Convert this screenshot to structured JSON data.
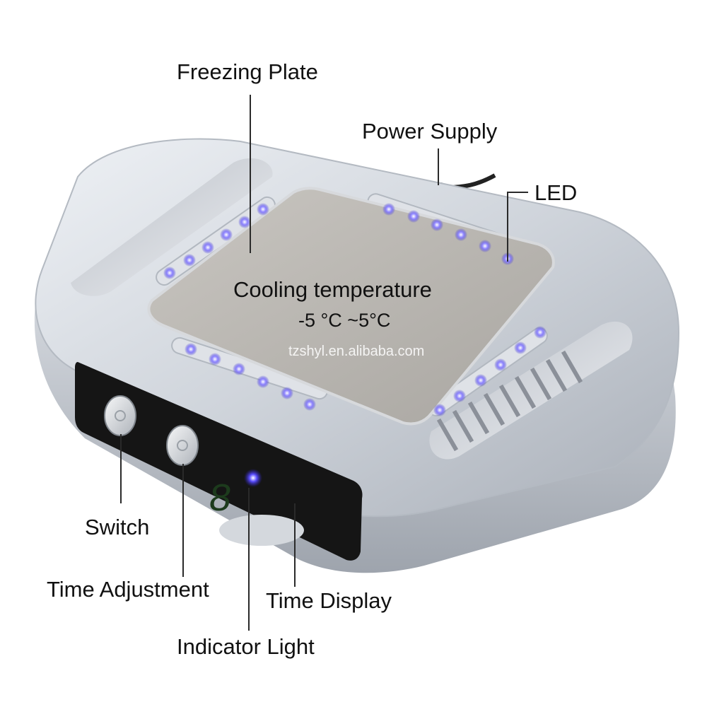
{
  "callouts": {
    "freezing_plate": "Freezing Plate",
    "power_supply": "Power Supply",
    "led": "LED",
    "switch": "Switch",
    "time_adjustment": "Time Adjustment",
    "time_display": "Time Display",
    "indicator_light": "Indicator Light"
  },
  "overlay": {
    "title": "Cooling temperature",
    "range": "-5 °C ~5°C"
  },
  "watermark": "tzshyl.en.alibaba.com",
  "display_digit": "8",
  "colors": {
    "body": "#c9ced6",
    "plate": "#b9b6b1",
    "led": "#5b4dff",
    "panel": "#151515",
    "digit": "#1d3b1d"
  }
}
